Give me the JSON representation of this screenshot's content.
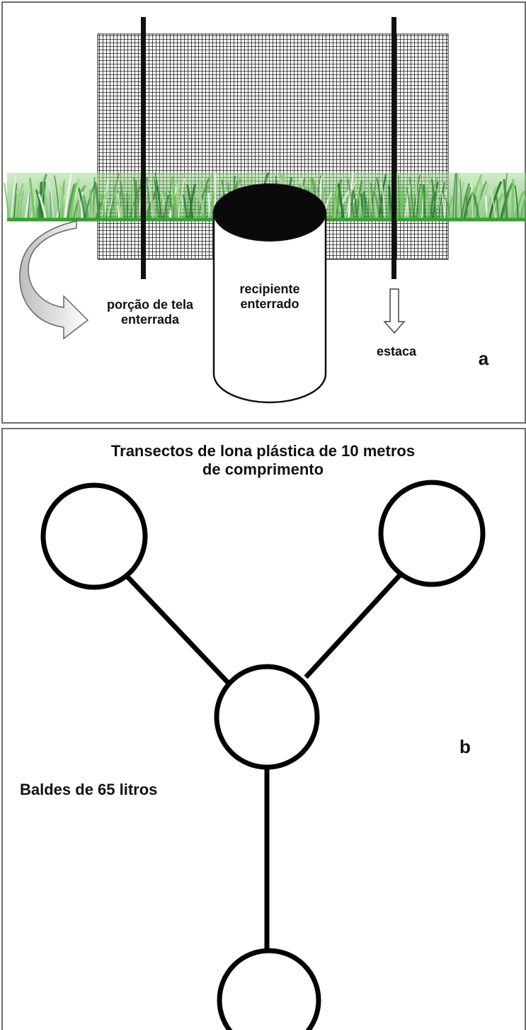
{
  "panel_a": {
    "label_net": "porção de tela\nenterrada",
    "label_container": "recipiente\nenterrado",
    "label_stake": "estaca",
    "panel_letter": "a"
  },
  "panel_b": {
    "title": "Transectos de lona plástica de 10 metros\nde comprimento",
    "buckets_label": "Baldes de 65 litros",
    "panel_letter": "b"
  },
  "colors": {
    "grass_light": "#6fc35a",
    "grass_dark": "#1f7a2a",
    "ground_line": "#2fa52a",
    "mesh": "#1a1a1a",
    "stroke": "#000000"
  },
  "icons": [
    "curved-arrow-icon",
    "down-arrow-icon"
  ]
}
